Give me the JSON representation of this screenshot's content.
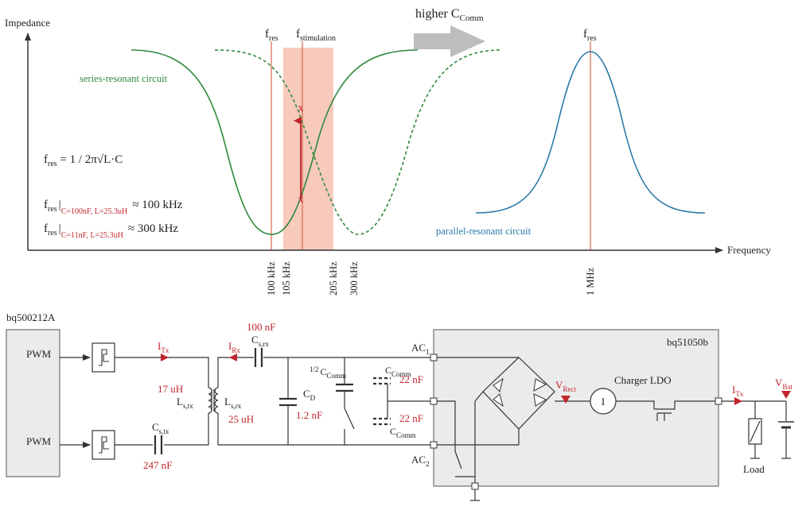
{
  "plot": {
    "axis_y": "Impedance",
    "axis_x": "Frequency",
    "marker_fres_left": {
      "main": "f",
      "sub": "res"
    },
    "marker_fstim": {
      "main": "f",
      "sub": "stimulation"
    },
    "marker_fres_right": {
      "main": "f",
      "sub": "res"
    },
    "arrow_label": {
      "main": "higher C",
      "sub": "Comm"
    },
    "series_label": "series-resonant circuit",
    "parallel_label": "parallel-resonant circuit",
    "formula": {
      "main": "f",
      "sub": "res",
      "rest": " = 1 / 2π√L·C"
    },
    "eq1": {
      "main": "f",
      "sub": "res",
      "cond": "C=100nF, L=25.3uH",
      "rest": "≈ 100 kHz"
    },
    "eq2": {
      "main": "f",
      "sub": "res",
      "cond": "C=11nF, L=25.3uH",
      "rest": "≈ 300 kHz"
    },
    "ticks": [
      "100 kHz",
      "105 kHz",
      "205 kHz",
      "300 kHz",
      "1 MHz"
    ],
    "colors": {
      "series": "#2f8a3e",
      "parallel": "#2a7aa8",
      "highlight": "#f6c1b0",
      "marker": "#d9664a",
      "arrow": "#c0262c",
      "gray_arrow": "#bdbdbd"
    }
  },
  "circuit": {
    "tx_chip": "bq500212A",
    "pwm1": "PWM",
    "pwm2": "PWM",
    "rx_chip": "bq51050b",
    "itx1": {
      "main": "I",
      "sub": "Tx"
    },
    "irx": {
      "main": "I",
      "sub": "Rx"
    },
    "itx2": {
      "main": "I",
      "sub": "Tx"
    },
    "ls_tx_value": "17 uH",
    "ls_tx_name": {
      "main": "L",
      "sub": "s,tx"
    },
    "ls_rx_name": {
      "main": "L",
      "sub": "s,rx"
    },
    "ls_rx_value": "25 uH",
    "cs_tx_name": {
      "main": "C",
      "sub": "s,tx"
    },
    "cs_tx_value": "247 nF",
    "cs_rx_name": {
      "main": "C",
      "sub": "s,rx"
    },
    "cs_rx_value": "100 nF",
    "cd_name": {
      "main": "C",
      "sub": "D"
    },
    "cd_value": "1.2 nF",
    "ccomm_half": {
      "pre": "1/2",
      "main": "C",
      "sub": "Comm"
    },
    "ccomm_top": {
      "main": "C",
      "sub": "Comm"
    },
    "ccomm_top_value": "22 nF",
    "ccomm_bot_value": "22 nF",
    "ccomm_bot": {
      "main": "C",
      "sub": "Comm"
    },
    "ac1": {
      "main": "AC",
      "sub": "1"
    },
    "ac2": {
      "main": "AC",
      "sub": "2"
    },
    "vrect": {
      "main": "V",
      "sub": "Rect"
    },
    "charger_ldo": "Charger LDO",
    "current_symbol": "I",
    "vbat": {
      "main": "V",
      "sub": "Bat"
    },
    "load": "Load"
  }
}
